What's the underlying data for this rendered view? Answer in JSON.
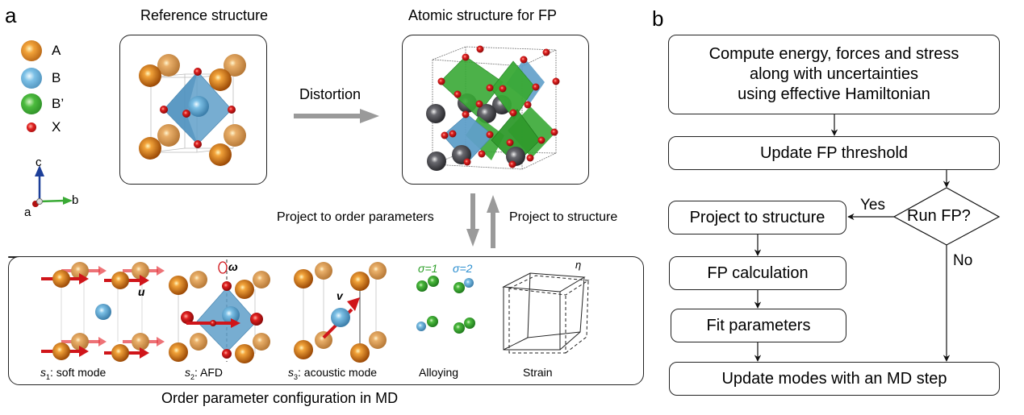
{
  "panel_a": {
    "letter": "a",
    "legend": [
      {
        "label": "A",
        "color": "#c8660f"
      },
      {
        "label": "B",
        "color": "#6aaed6"
      },
      {
        "label": "B’",
        "color": "#3aaa35"
      },
      {
        "label": "X",
        "color": "#d0151a"
      }
    ],
    "axes": {
      "c": "c",
      "b": "b",
      "a": "a"
    },
    "reference_title": "Reference structure",
    "fp_title": "Atomic structure for FP",
    "distortion_label": "Distortion",
    "project_to_order": "Project to order parameters",
    "project_to_structure": "Project to structure",
    "modes": [
      {
        "prefix": "s",
        "sub": "1",
        "label": ": soft mode",
        "vector": "u"
      },
      {
        "prefix": "s",
        "sub": "2",
        "label": ": AFD",
        "vector": "ω"
      },
      {
        "prefix": "s",
        "sub": "3",
        "label": ": acoustic mode",
        "vector": "v"
      },
      {
        "prefix": "",
        "sub": "",
        "label": "Alloying",
        "sigma1": "σ=1",
        "sigma2": "σ=2"
      },
      {
        "prefix": "",
        "sub": "",
        "label": "Strain",
        "vector": "η"
      }
    ],
    "md_caption": "Order parameter configuration in MD"
  },
  "panel_b": {
    "letter": "b",
    "compute_box": [
      "Compute energy, forces and stress",
      "along with uncertainties",
      "using effective Hamiltonian"
    ],
    "update_threshold": "Update FP threshold",
    "decision": "Run FP?",
    "yes": "Yes",
    "no": "No",
    "project_box": "Project to structure",
    "fp_calc": "FP calculation",
    "fit": "Fit parameters",
    "update_modes": "Update modes with an MD step"
  },
  "colors": {
    "atom_A": "#c8660f",
    "atom_A_light": "#e09a55",
    "atom_B": "#6aaed6",
    "atom_Bp": "#3aaa35",
    "atom_X": "#d0151a",
    "atom_dark": "#4a4a4e",
    "octa_blue": "#5f9fc9",
    "octa_green": "#39a935",
    "arrow_gray": "#9a9a9a",
    "sigma1": "#2ea02a",
    "sigma2": "#2c8fd0"
  }
}
